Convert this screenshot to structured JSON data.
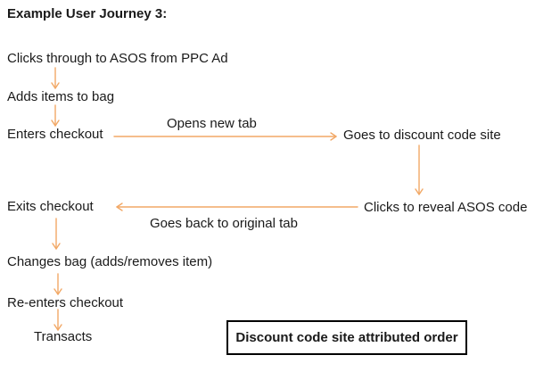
{
  "title": "Example User Journey 3:",
  "colors": {
    "arrow": "#F2A866",
    "text": "#1a1a1a",
    "box_border": "#000000"
  },
  "steps": {
    "clicks_through": "Clicks through to ASOS from PPC Ad",
    "adds_items": "Adds items to bag",
    "enters_checkout": "Enters checkout",
    "goes_to_discount": "Goes to discount code site",
    "clicks_reveal": "Clicks to reveal ASOS code",
    "exits_checkout": "Exits checkout",
    "changes_bag": "Changes bag (adds/removes item)",
    "re_enters": "Re-enters checkout",
    "transacts": "Transacts"
  },
  "edge_labels": {
    "opens_new_tab": "Opens new tab",
    "goes_back": "Goes back to original tab"
  },
  "outcome_box": {
    "label": "Discount code site attributed order"
  }
}
